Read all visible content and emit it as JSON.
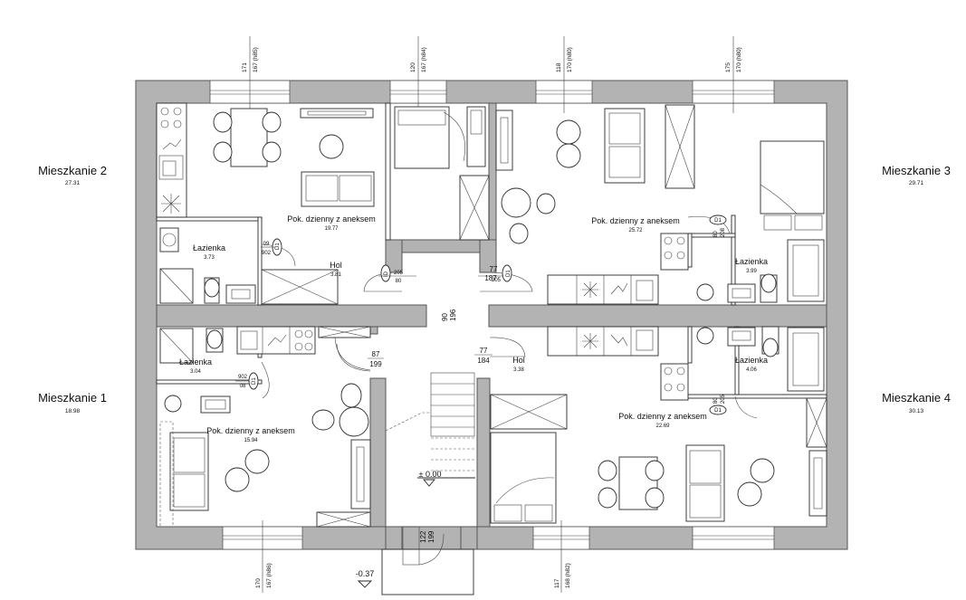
{
  "apartments": {
    "m1": {
      "name": "Mieszkanie 1",
      "area": "18.98"
    },
    "m2": {
      "name": "Mieszkanie 2",
      "area": "27.31"
    },
    "m3": {
      "name": "Mieszkanie 3",
      "area": "29.71"
    },
    "m4": {
      "name": "Mieszkanie 4",
      "area": "30.13"
    }
  },
  "rooms": {
    "m2_living": {
      "name": "Pok. dzienny z aneksem",
      "area": "19.77"
    },
    "m2_bath": {
      "name": "Łazienka",
      "area": "3.73"
    },
    "m2_hall": {
      "name": "Hol",
      "area": "3.81"
    },
    "m3_living": {
      "name": "Pok. dzienny z aneksem",
      "area": "25.72"
    },
    "m3_bath": {
      "name": "Łazienka",
      "area": "3.99"
    },
    "m1_bath": {
      "name": "Łazienka",
      "area": "3.04"
    },
    "m1_living": {
      "name": "Pok. dzienny z aneksem",
      "area": "15.94"
    },
    "m4_hall": {
      "name": "Hol",
      "area": "3.38"
    },
    "m4_bath": {
      "name": "Łazienka",
      "area": "4.06"
    },
    "m4_living": {
      "name": "Pok. dzienny z aneksem",
      "area": "22.69"
    }
  },
  "windows": {
    "top1": {
      "a": "171",
      "b": "167 (h85)"
    },
    "top2": {
      "a": "120",
      "b": "167 (h84)"
    },
    "top3": {
      "a": "118",
      "b": "170 (h80)"
    },
    "top4": {
      "a": "175",
      "b": "170 (h80)"
    },
    "bot1": {
      "a": "170",
      "b": "167 (h86)"
    },
    "bot2": {
      "a": "117",
      "b": "168 (h82)"
    }
  },
  "doors": {
    "d_m2bath": {
      "a": "09",
      "b": "902",
      "tag": "D1"
    },
    "d_m2entry": {
      "tag": "ID",
      "a": "205",
      "b": "80"
    },
    "d_m3entry": {
      "a": "77",
      "b": "187",
      "c": "205",
      "tag": "D1"
    },
    "d_m3bath": {
      "tag": "D1",
      "a": "80",
      "b": "208"
    },
    "d_m1bath": {
      "a": "902",
      "b": "08",
      "tag": "D1"
    },
    "d_m1entry": {
      "a": "87",
      "b": "199"
    },
    "d_m4entry": {
      "a": "77",
      "b": "184"
    },
    "d_m4bath": {
      "tag": "D1",
      "a": "80",
      "b": "205"
    },
    "d_stair": {
      "a": "90",
      "b": "196"
    },
    "d_main": {
      "a": "122",
      "b": "199"
    }
  },
  "levels": {
    "floor": "± 0.00",
    "outside": "-0.37"
  },
  "icons": {
    "hob": "hob-icon",
    "sink": "sink-icon",
    "fan": "fan-icon"
  }
}
